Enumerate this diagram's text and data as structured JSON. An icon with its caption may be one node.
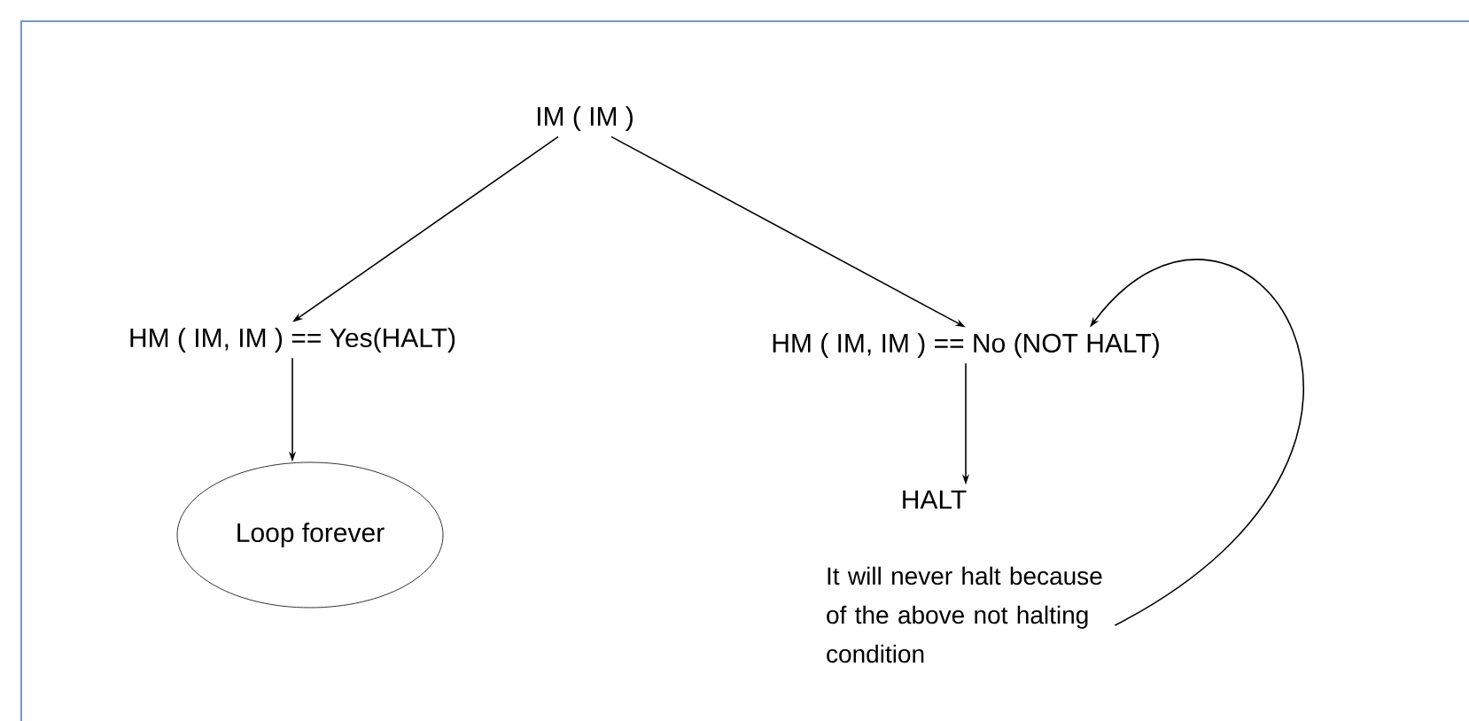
{
  "diagram": {
    "nodes": [
      {
        "text": [
          "IM ( IM )"
        ]
      },
      {
        "text": [
          "HM ( IM, IM ) == Yes(HALT)"
        ]
      },
      {
        "text": [
          "HM ( IM, IM ) == No (NOT HALT)"
        ]
      },
      {
        "text": [
          "Loop forever"
        ]
      },
      {
        "text": [
          "HALT"
        ]
      },
      {
        "text": [
          "It will never halt because of the above not halting condition"
        ]
      }
    ],
    "edges": [
      {
        "from": 0,
        "to": 1,
        "arrow": "to"
      },
      {
        "from": 0,
        "to": 2,
        "arrow": "to"
      },
      {
        "from": 1,
        "to": 3,
        "arrow": "to"
      },
      {
        "from": 2,
        "to": 4,
        "arrow": "to"
      },
      {
        "from": 5,
        "to": 2,
        "arrow": "to"
      }
    ]
  }
}
